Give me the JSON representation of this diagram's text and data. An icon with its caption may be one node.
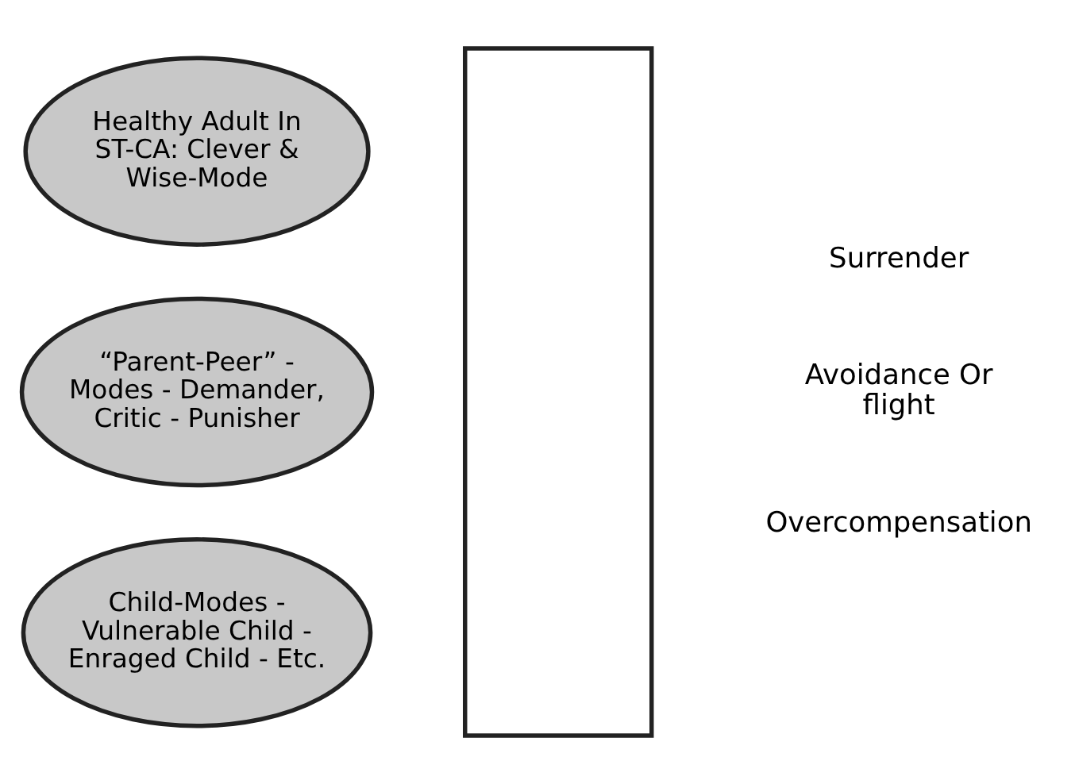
{
  "diagram": {
    "nodes": [
      {
        "text": [
          "Healthy Adult In ST-CA: Clever & Wise-Mode"
        ]
      },
      {
        "text": [
          "“Parent-Peer” - Modes - Demander, Critic - Punisher"
        ]
      },
      {
        "text": [
          "Child-Modes - Vulnerable Child - Enraged Child - Etc."
        ]
      },
      {
        "text": [],
        "shape": "box"
      }
    ],
    "edges": [],
    "labels": [
      "Surrender",
      "Avoidance Or flight",
      "Overcompensation"
    ]
  }
}
